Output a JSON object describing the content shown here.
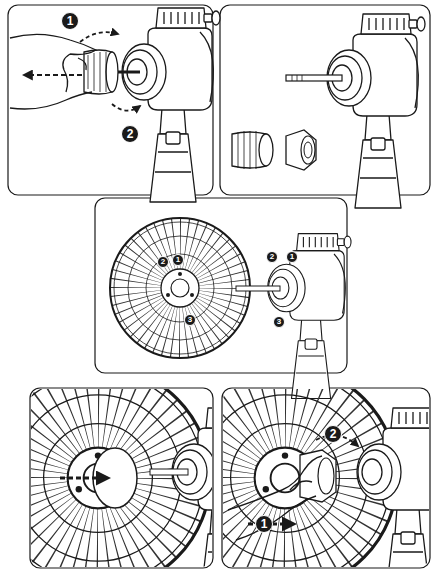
{
  "diagram": {
    "labels": [
      "1",
      "2",
      "2",
      "1",
      "3",
      "2",
      "1",
      "3",
      "1",
      "2"
    ]
  }
}
